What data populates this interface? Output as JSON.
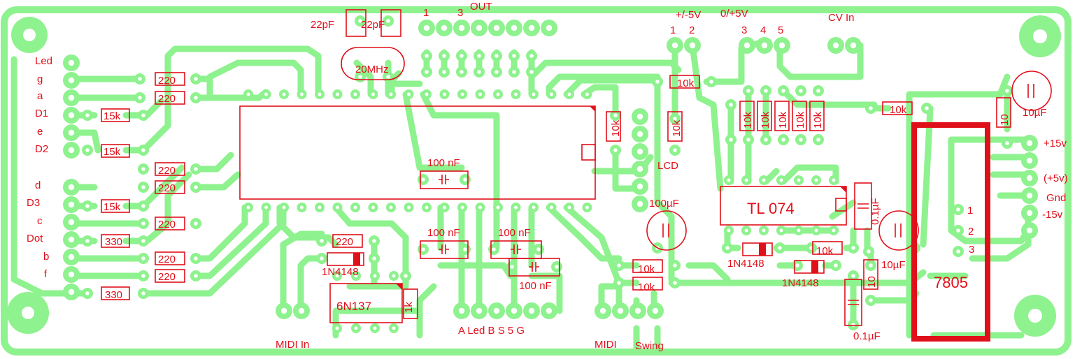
{
  "left_labels": [
    "Led",
    "g",
    "a",
    "D1",
    "e",
    "D2",
    "d",
    "D3",
    "c",
    "Dot",
    "b",
    "f"
  ],
  "resistors": {
    "r220": "220",
    "r15k": "15k",
    "r330": "330",
    "r10k": "10k",
    "r1k": "1k",
    "r10": "10"
  },
  "caps": {
    "c22pf": "22pF",
    "c100nf": "100 nF",
    "c100nf_b": "100 nF",
    "c100uf": "100µF",
    "c10uf": "10µF",
    "c01uf": "0.1µF",
    "c01uf_b": "0.1µF"
  },
  "crystal": "20MHz",
  "ic": {
    "tl074": "TL 074",
    "opto": "6N137",
    "reg": "7805",
    "lcd": "LCD"
  },
  "diode": "1N4148",
  "headers": {
    "out": "OUT",
    "out_pin1": "1",
    "out_pin3": "3",
    "power_a": "+/-5V",
    "power_b": "0/+5V",
    "pin1": "1",
    "pin2": "2",
    "pin3": "3",
    "pin4": "4",
    "pin5": "5",
    "cvin": "CV In",
    "midi_in": "MIDI In",
    "midi": "MIDI",
    "swing": "Swing",
    "bottom_row": "A Led B  S  5  G",
    "p15v": "+15v",
    "p5v": "(+5v)",
    "gnd": "Gnd",
    "m15v": "-15v",
    "reg1": "1",
    "reg2": "2",
    "reg3": "3"
  },
  "colors": {
    "copper": "#8ef28e",
    "silk": "#e0101a",
    "highlight": "#e0101a"
  }
}
